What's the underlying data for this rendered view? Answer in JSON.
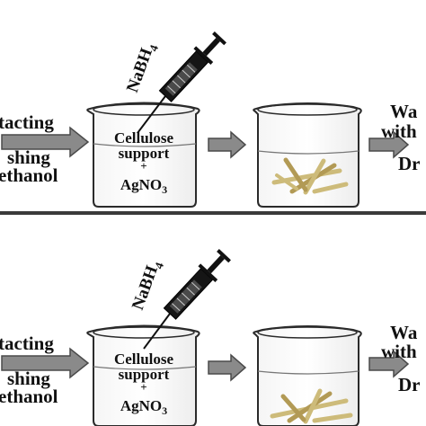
{
  "colors": {
    "border": "#3a3a3a",
    "arrow_fill": "#8a8a8a",
    "arrow_stroke": "#4a4a4a",
    "beaker_stroke": "#2a2a2a",
    "strip": "#cdbb7a",
    "strip_dark": "#b29a55"
  },
  "panels": [
    {
      "left_text": {
        "line1": "tacting",
        "line2": "shing",
        "line3": "ethanol"
      },
      "syringe_label": {
        "base": "NaBH",
        "sub": "4"
      },
      "beaker_text": {
        "line1": "Cellulose",
        "line2": "support",
        "plus": "+",
        "line3_base": "AgNO",
        "line3_sub": "3"
      },
      "right_text": {
        "line1": "Wa",
        "line2": "with",
        "line3": "Dr"
      },
      "strips_variant": "standing"
    },
    {
      "left_text": {
        "line1": "tacting",
        "line2": "shing",
        "line3": "ethanol"
      },
      "syringe_label": {
        "base": "NaBH",
        "sub": "4"
      },
      "beaker_text": {
        "line1": "Cellulose",
        "line2": "support",
        "plus": "+",
        "line3_base": "AgNO",
        "line3_sub": "3"
      },
      "right_text": {
        "line1": "Wa",
        "line2": "with",
        "line3": "Dr"
      },
      "strips_variant": "settled"
    }
  ]
}
